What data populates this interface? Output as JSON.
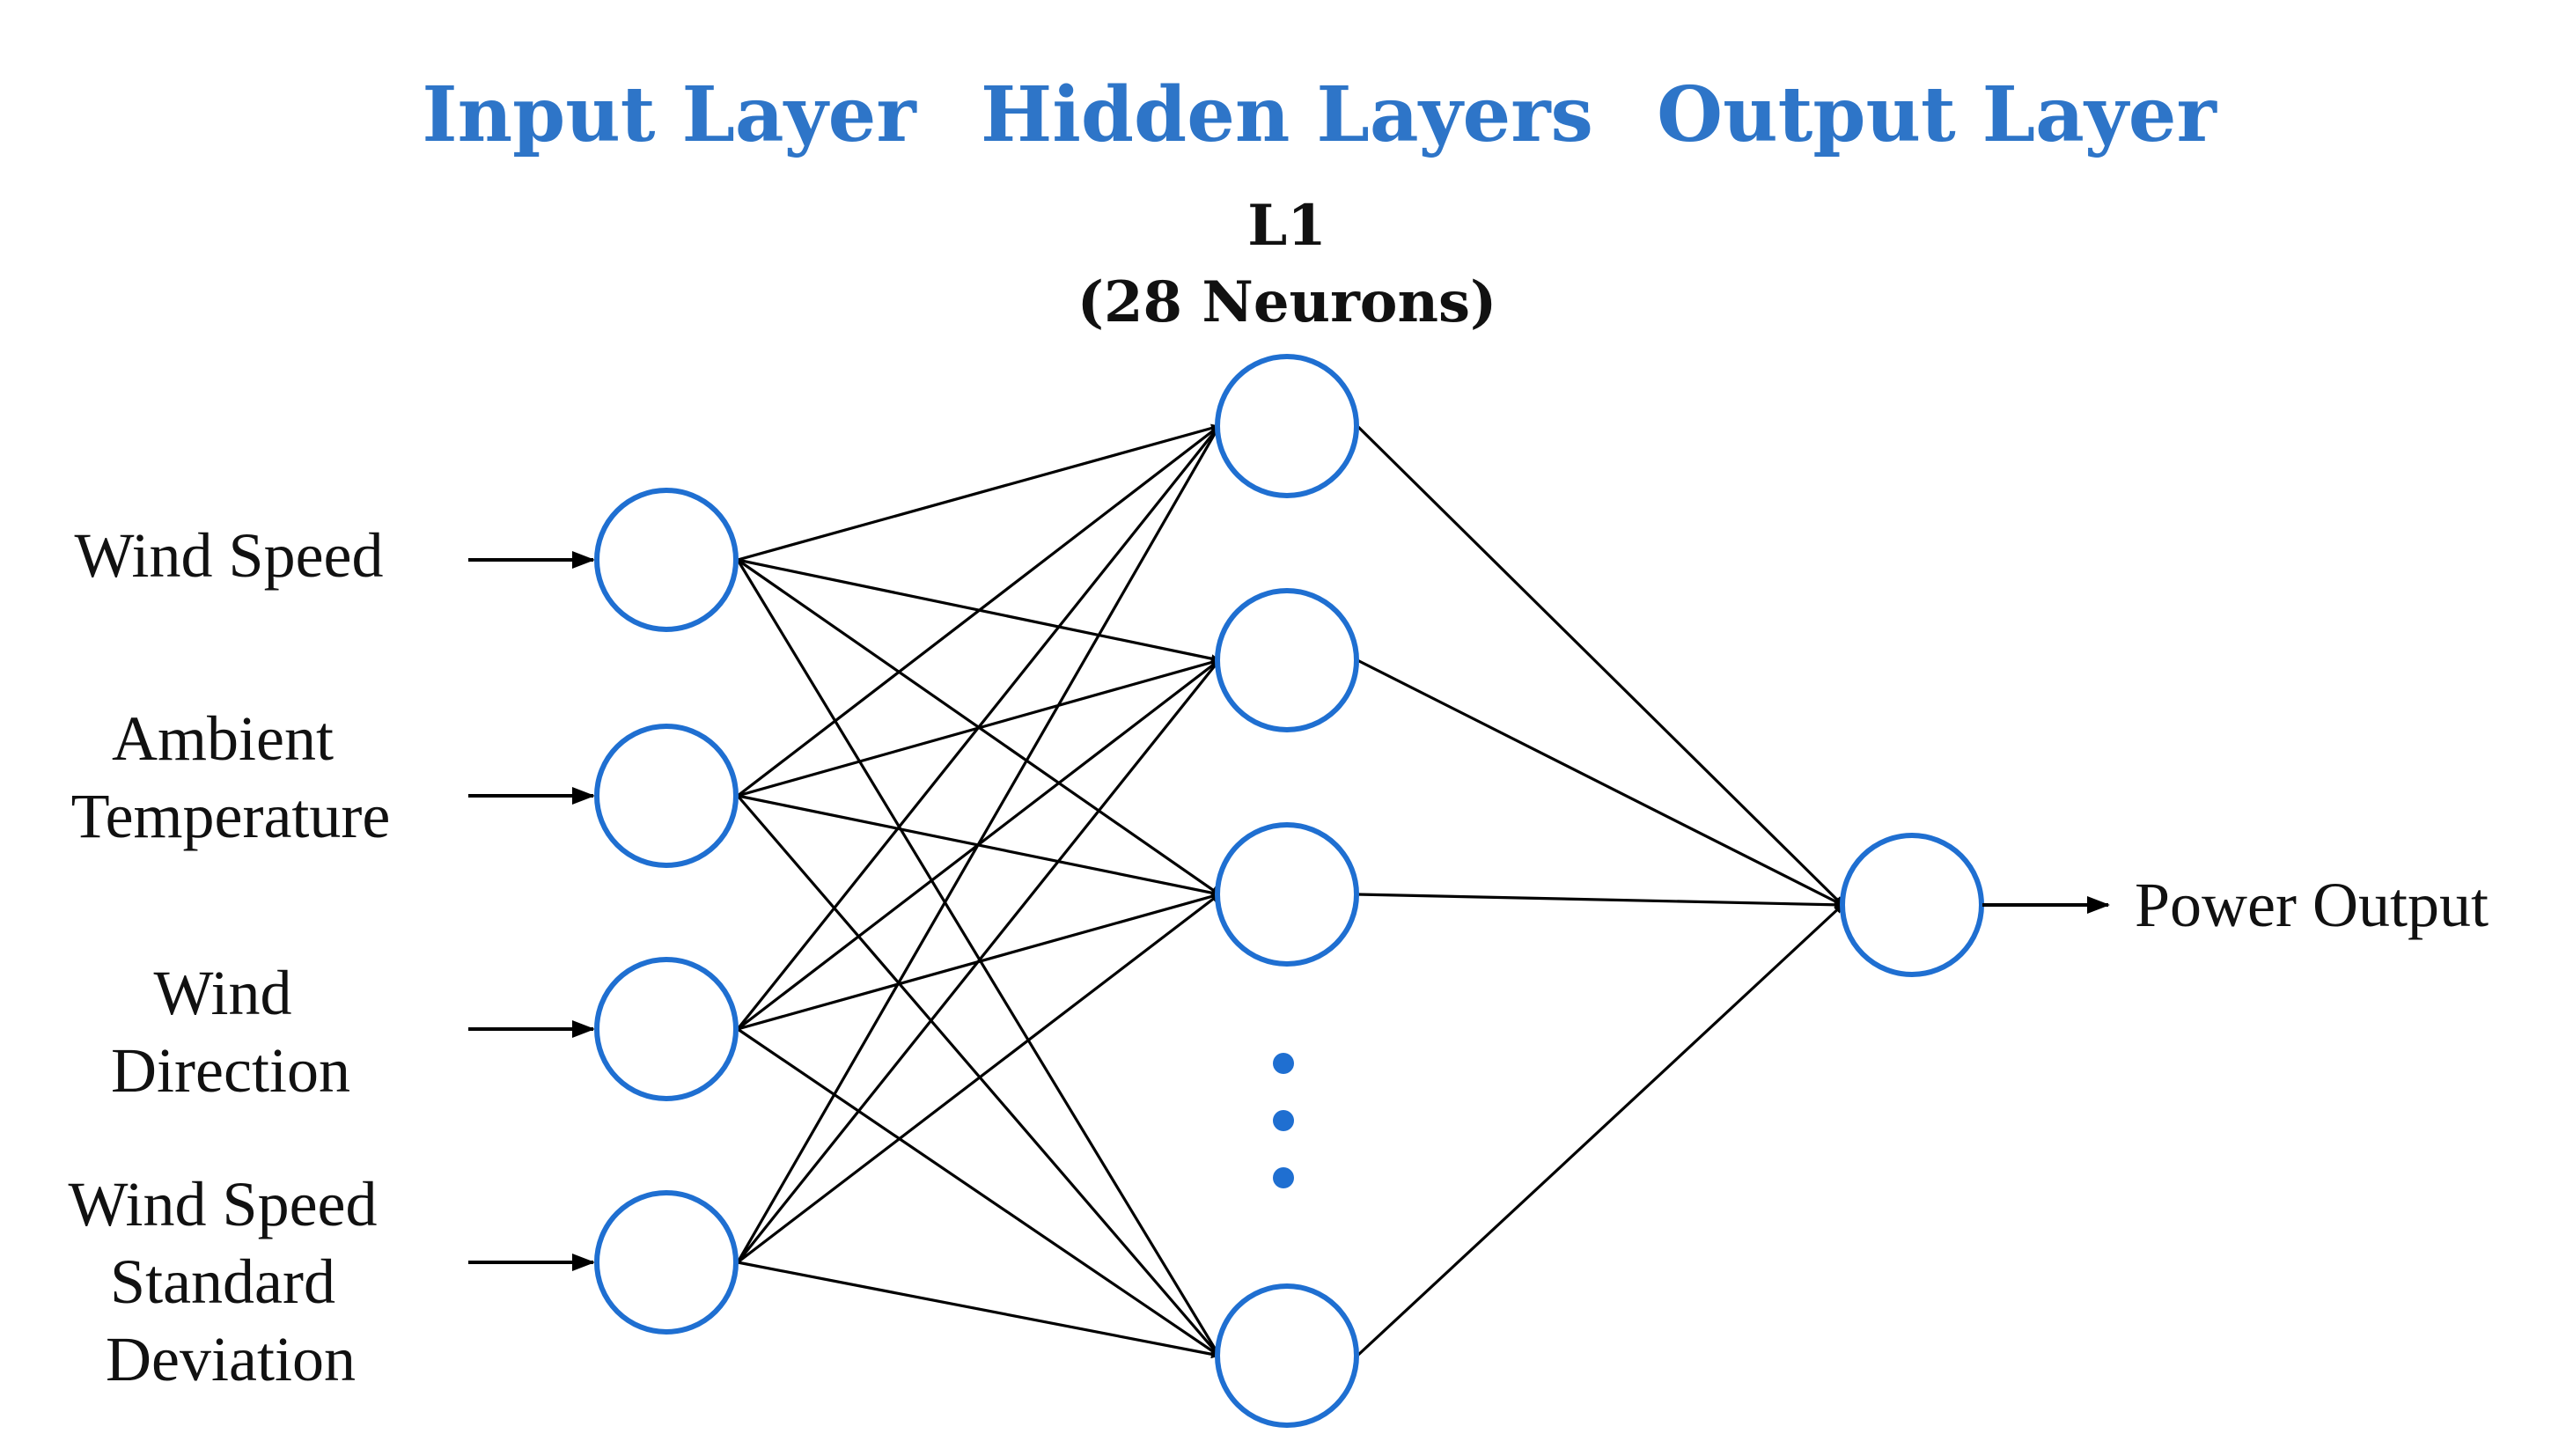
{
  "titles": {
    "input_layer": "Input Layer",
    "hidden_layers": "Hidden Layers",
    "output_layer": "Output Layer"
  },
  "hidden_layer": {
    "name": "L1",
    "neurons": "(28 Neurons)"
  },
  "inputs": [
    {
      "lines": [
        "Wind Speed"
      ]
    },
    {
      "lines": [
        "Ambient",
        "Temperature"
      ]
    },
    {
      "lines": [
        "Wind",
        "Direction"
      ]
    },
    {
      "lines": [
        "Wind Speed",
        "Standard",
        "Deviation"
      ]
    }
  ],
  "output": {
    "label": "Power Output"
  },
  "colors": {
    "title": "#2e75c8",
    "neuron_stroke": "#1f6fd1",
    "edge": "#000000"
  }
}
